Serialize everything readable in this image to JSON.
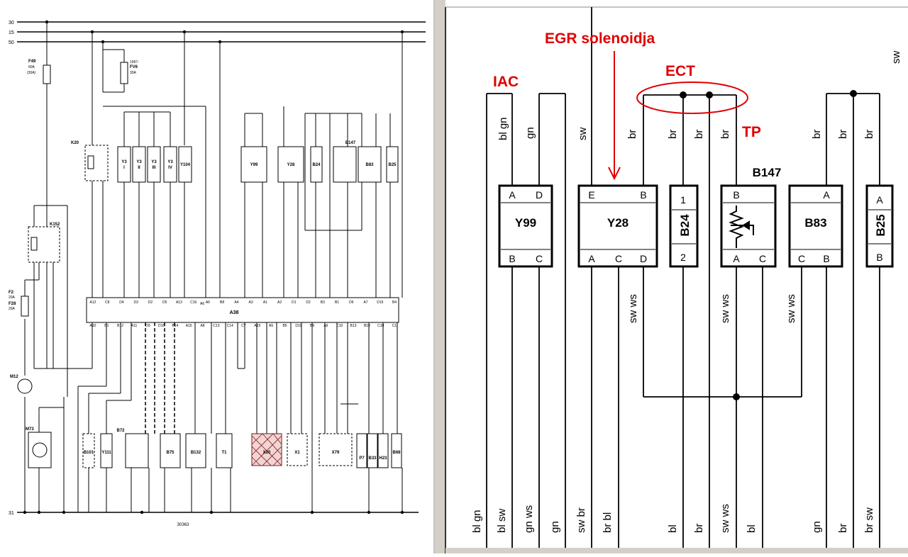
{
  "left_panel": {
    "rails": [
      "30",
      "15",
      "50",
      "31"
    ],
    "module": "A38",
    "relays": [
      "K20",
      "K152"
    ],
    "fuses": [
      "F49",
      "FV6",
      "F2",
      "F28"
    ],
    "fuse_notes": {
      "F49": [
        "60A",
        "(30A)"
      ],
      "FV6": [
        "1997-",
        "30A"
      ],
      "F2": "20A",
      "F28": "20A"
    },
    "motors": [
      "M12",
      "M73"
    ],
    "top_components": [
      {
        "id": "Y3",
        "sub": "I"
      },
      {
        "id": "Y3",
        "sub": "II"
      },
      {
        "id": "Y3",
        "sub": "III"
      },
      {
        "id": "Y3",
        "sub": "IV"
      },
      {
        "id": "Y104",
        "sub": ""
      },
      {
        "id": "Y99",
        "sub": ""
      },
      {
        "id": "Y28",
        "sub": ""
      },
      {
        "id": "B24",
        "sub": ""
      },
      {
        "id": "B147",
        "sub": ""
      },
      {
        "id": "B83",
        "sub": ""
      },
      {
        "id": "B25",
        "sub": ""
      }
    ],
    "bottom_components": [
      "B101",
      "Y111",
      "B72",
      "B75",
      "B132",
      "T1",
      "X20",
      "X1",
      "X79",
      "P7",
      "B33",
      "H23",
      "B68"
    ],
    "a38_upper_pins": [
      "A12",
      "C8",
      "D4",
      "D3",
      "D2",
      "D5",
      "A13",
      "C16",
      "A6",
      "B8",
      "A4",
      "A3",
      "A1",
      "A2",
      "D1",
      "D2",
      "B3",
      "B1",
      "D6",
      "A7",
      "D15",
      "B4"
    ],
    "a38_lower_pins": [
      "A10",
      "B1",
      "B12",
      "A11",
      "D9",
      "D16",
      "B14",
      "A16",
      "A8",
      "C13",
      "C14",
      "C7",
      "A15",
      "A5",
      "B5",
      "D11",
      "B9",
      "A9",
      "C10",
      "B13",
      "B10",
      "C10",
      "C1"
    ],
    "a6_label": "A6",
    "drawing_no": "30363"
  },
  "right_panel": {
    "annotations": {
      "iac": "IAC",
      "egr": "EGR solenoidja",
      "ect": "ECT",
      "tp": "TP"
    },
    "title_b147": "B147",
    "top_wire_labels": [
      "bl gn",
      "gn",
      "sw",
      "br",
      "br",
      "br",
      "br",
      "br",
      "br",
      "br"
    ],
    "corner_label": "sw",
    "components": {
      "y99": {
        "name": "Y99",
        "pins_top": [
          "A",
          "D"
        ],
        "pins_bottom": [
          "B",
          "C"
        ]
      },
      "y28": {
        "name": "Y28",
        "pins_top": [
          "E",
          "B"
        ],
        "pins_bottom": [
          "A",
          "C",
          "D"
        ]
      },
      "b24": {
        "name": "B24",
        "pin_top": "1",
        "pin_bottom": "2"
      },
      "b147": {
        "pin_top": "B",
        "pins_bottom": [
          "A",
          "C"
        ]
      },
      "b83": {
        "name": "B83",
        "pin_top": "A",
        "pins_bottom": [
          "C",
          "B"
        ]
      },
      "b25": {
        "name": "B25",
        "pin_top": "A",
        "pin_bottom": "B"
      }
    },
    "mid_wire_labels": [
      "sw ws",
      "sw ws",
      "sw ws"
    ],
    "bottom_wire_labels": [
      "bl gn",
      "bl sw",
      "gn ws",
      "gn",
      "sw br",
      "br bl",
      "bl",
      "br",
      "sw ws",
      "bl",
      "gn",
      "br",
      "br sw"
    ]
  }
}
